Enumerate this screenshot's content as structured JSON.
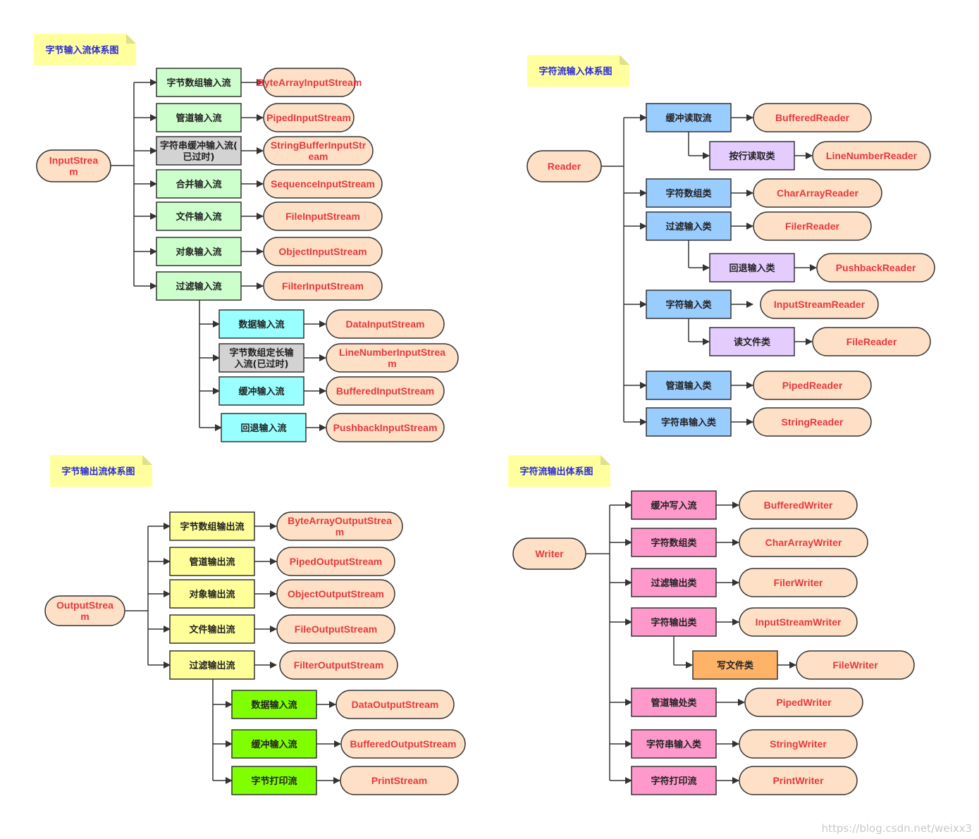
{
  "watermark": "https://blog.csdn.net/weixx3",
  "colors": {
    "line": "#333333",
    "pill_fill": "#fde0c6",
    "note_fill": "#ffff9e",
    "note_fold": "#e0e08a",
    "gray": "#d3d3d3",
    "green_light": "#ccffcc",
    "cyan": "#99ffff",
    "blue": "#99ccff",
    "purple": "#e5ccff",
    "yellow": "#ffff99",
    "lime": "#80ff00",
    "pink": "#ff99cc",
    "orange": "#ffb366"
  },
  "sections": {
    "byte_input": {
      "title": "字节输入流体系图",
      "root": "InputStream",
      "items": [
        {
          "category": "字节数组输入流",
          "cls": "ByteArrayInputStream",
          "fill": "green_light"
        },
        {
          "category": "管道输入流",
          "cls": "PipedInputStream",
          "fill": "green_light"
        },
        {
          "category": "字符串缓冲输入流(已过时)",
          "cls": "StringBufferInputStream",
          "fill": "gray"
        },
        {
          "category": "合并输入流",
          "cls": "SequenceInputStream",
          "fill": "green_light"
        },
        {
          "category": "文件输入流",
          "cls": "FileInputStream",
          "fill": "green_light"
        },
        {
          "category": "对象输入流",
          "cls": "ObjectInputStream",
          "fill": "green_light"
        },
        {
          "category": "过滤输入流",
          "cls": "FilterInputStream",
          "fill": "green_light"
        }
      ],
      "sub_items": [
        {
          "category": "数据输入流",
          "cls": "DataInputStream",
          "fill": "cyan"
        },
        {
          "category": "字节数组定长输入流(已过时)",
          "cls": "LineNumberInputStream",
          "fill": "gray"
        },
        {
          "category": "缓冲输入流",
          "cls": "BufferedInputStream",
          "fill": "cyan"
        },
        {
          "category": "回退输入流",
          "cls": "PushbackInputStream",
          "fill": "cyan"
        }
      ]
    },
    "char_input": {
      "title": "字符流输入体系图",
      "root": "Reader",
      "items": [
        {
          "category": "缓冲读取流",
          "cls": "BufferedReader",
          "fill": "blue"
        },
        {
          "category": "按行读取类",
          "cls": "LineNumberReader",
          "fill": "purple"
        },
        {
          "category": "字符数组类",
          "cls": "CharArrayReader",
          "fill": "blue"
        },
        {
          "category": "过滤输入类",
          "cls": "FilerReader",
          "fill": "blue"
        },
        {
          "category": "回退输入类",
          "cls": "PushbackReader",
          "fill": "purple"
        },
        {
          "category": "字符输入类",
          "cls": "InputStreamReader",
          "fill": "blue"
        },
        {
          "category": "读文件类",
          "cls": "FileReader",
          "fill": "purple"
        },
        {
          "category": "管道输入类",
          "cls": "PipedReader",
          "fill": "blue"
        },
        {
          "category": "字符串输入类",
          "cls": "StringReader",
          "fill": "blue"
        }
      ]
    },
    "byte_output": {
      "title": "字节输出流体系图",
      "root": "OutputStream",
      "items": [
        {
          "category": "字节数组输出流",
          "cls": "ByteArrayOutputStream",
          "fill": "yellow"
        },
        {
          "category": "管道输出流",
          "cls": "PipedOutputStream",
          "fill": "yellow"
        },
        {
          "category": "对象输出流",
          "cls": "ObjectOutputStream",
          "fill": "yellow"
        },
        {
          "category": "文件输出流",
          "cls": "FileOutputStream",
          "fill": "yellow"
        },
        {
          "category": "过滤输出流",
          "cls": "FilterOutputStream",
          "fill": "yellow"
        }
      ],
      "sub_items": [
        {
          "category": "数据输入流",
          "cls": "DataOutputStream",
          "fill": "lime"
        },
        {
          "category": "缓冲输入流",
          "cls": "BufferedOutputStream",
          "fill": "lime"
        },
        {
          "category": "字节打印流",
          "cls": "PrintStream",
          "fill": "lime"
        }
      ]
    },
    "char_output": {
      "title": "字符流输出体系图",
      "root": "Writer",
      "items": [
        {
          "category": "缓冲写入流",
          "cls": "BufferedWriter",
          "fill": "pink"
        },
        {
          "category": "字符数组类",
          "cls": "CharArrayWriter",
          "fill": "pink"
        },
        {
          "category": "过滤输出类",
          "cls": "FilerWriter",
          "fill": "pink"
        },
        {
          "category": "字符输出类",
          "cls": "InputStreamWriter",
          "fill": "pink"
        },
        {
          "category": "写文件类",
          "cls": "FileWriter",
          "fill": "orange"
        },
        {
          "category": "管道输处类",
          "cls": "PipedWriter",
          "fill": "pink"
        },
        {
          "category": "字符串输入类",
          "cls": "StringWriter",
          "fill": "pink"
        },
        {
          "category": "字符打印流",
          "cls": "PrintWriter",
          "fill": "pink"
        }
      ]
    }
  }
}
